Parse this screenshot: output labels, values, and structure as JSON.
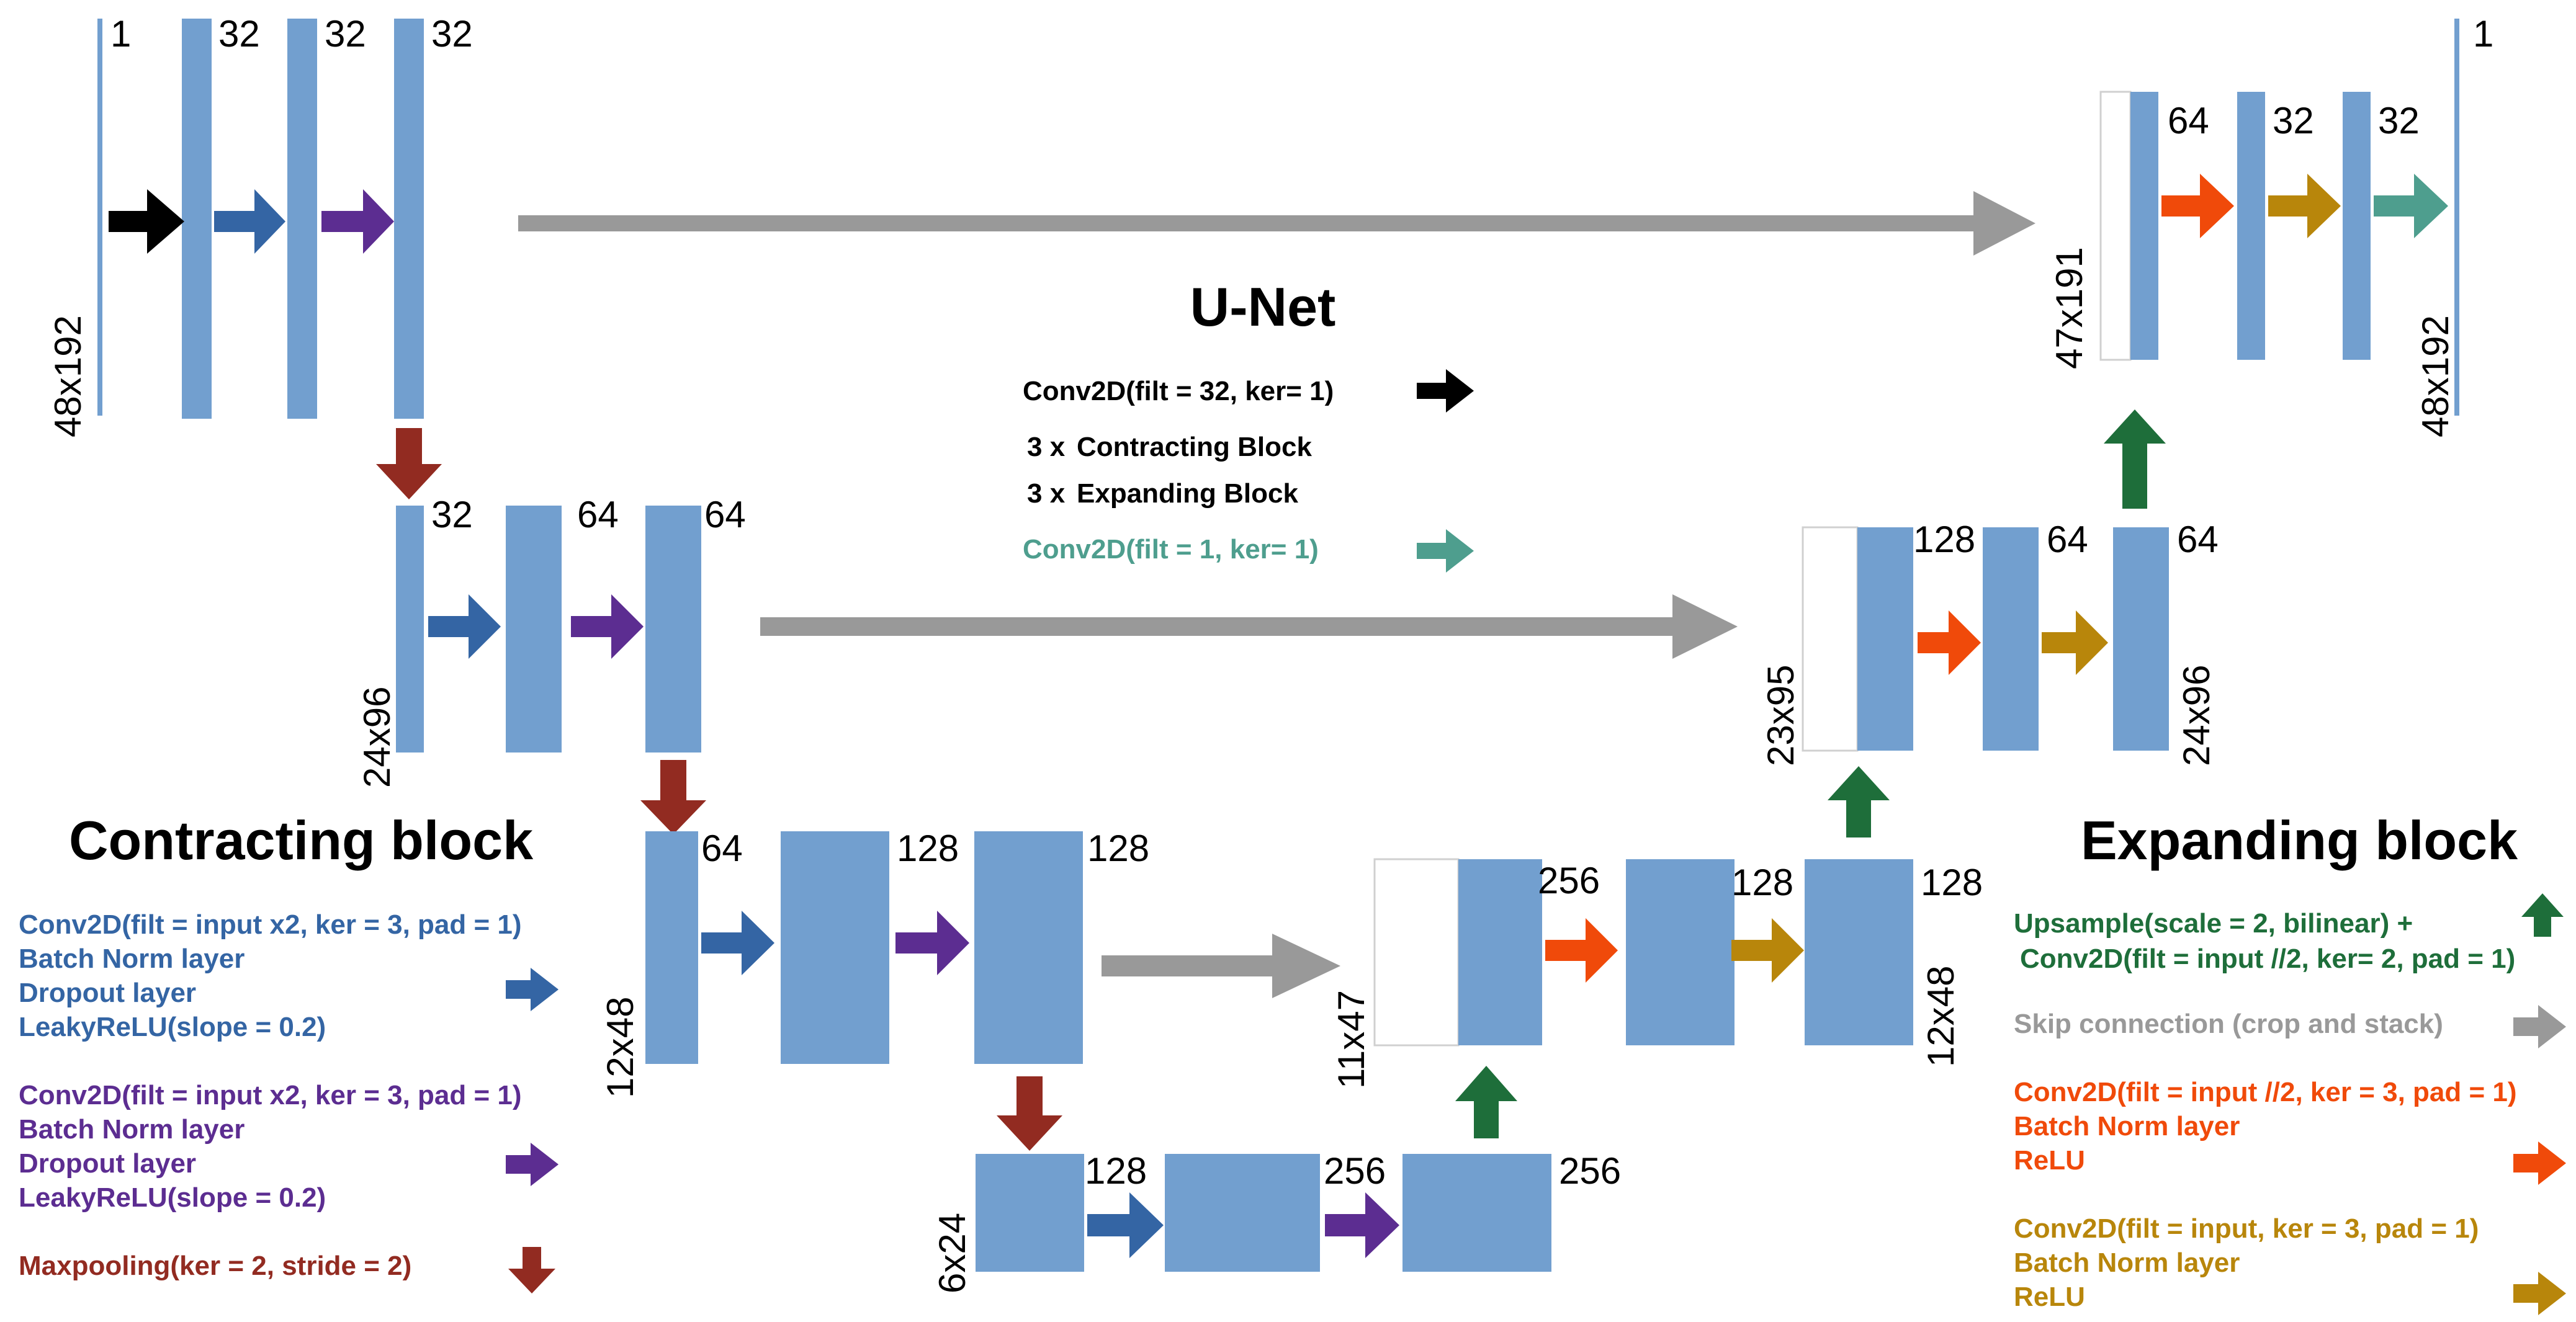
{
  "title": "U-Net",
  "colors": {
    "layer": "#729fcf",
    "black": "#000000",
    "blue": "#3465a4",
    "purple": "#5c2d91",
    "maroon": "#922b21",
    "gray": "#999999",
    "green": "#1e6e3a",
    "orange": "#f04a0a",
    "gold": "#b8860b",
    "teal": "#4e9e8e"
  },
  "overview": {
    "line1": "Conv2D(filt = 32, ker= 1)",
    "line2_count": "3 x",
    "line2": "Contracting Block",
    "line3_count": "3 x",
    "line3": "Expanding Block",
    "line4": "Conv2D(filt = 1, ker= 1)"
  },
  "contracting": {
    "heading": "Contracting block",
    "blue_lines": [
      "Conv2D(filt = input x2, ker = 3, pad = 1)",
      "Batch Norm layer",
      "Dropout layer",
      "LeakyReLU(slope = 0.2)"
    ],
    "purple_lines": [
      "Conv2D(filt = input x2, ker = 3, pad = 1)",
      "Batch Norm layer",
      "Dropout layer",
      "LeakyReLU(slope = 0.2)"
    ],
    "maxpool": "Maxpooling(ker = 2, stride = 2)"
  },
  "expanding": {
    "heading": "Expanding block",
    "upsample_lines": [
      "Upsample(scale = 2, bilinear)  +",
      "Conv2D(filt = input //2, ker= 2, pad = 1)"
    ],
    "skip": "Skip connection (crop and stack)",
    "orange_lines": [
      "Conv2D(filt = input //2, ker = 3, pad = 1)",
      "Batch Norm layer",
      "ReLU"
    ],
    "gold_lines": [
      "Conv2D(filt = input, ker = 3, pad = 1)",
      "Batch Norm layer",
      "ReLU"
    ]
  },
  "labels": {
    "in_ch": "1",
    "l1a": "32",
    "l1b": "32",
    "l1c": "32",
    "l1_size": "48x192",
    "l2a": "32",
    "l2b": "64",
    "l2c": "64",
    "l2_size": "24x96",
    "l3a": "64",
    "l3b": "128",
    "l3c": "128",
    "l3_size": "12x48",
    "l4a": "128",
    "l4b": "256",
    "l4c": "256",
    "l4_size": "6x24",
    "u3a": "256",
    "u3b": "128",
    "u3c": "128",
    "u3_crop": "11x47",
    "u3_size": "12x48",
    "u2a": "128",
    "u2b": "64",
    "u2c": "64",
    "u2_crop": "23x95",
    "u2_size": "24x96",
    "u1a": "64",
    "u1b": "32",
    "u1c": "32",
    "u1_crop": "47x191",
    "u1_size": "48x192",
    "out_ch": "1"
  }
}
